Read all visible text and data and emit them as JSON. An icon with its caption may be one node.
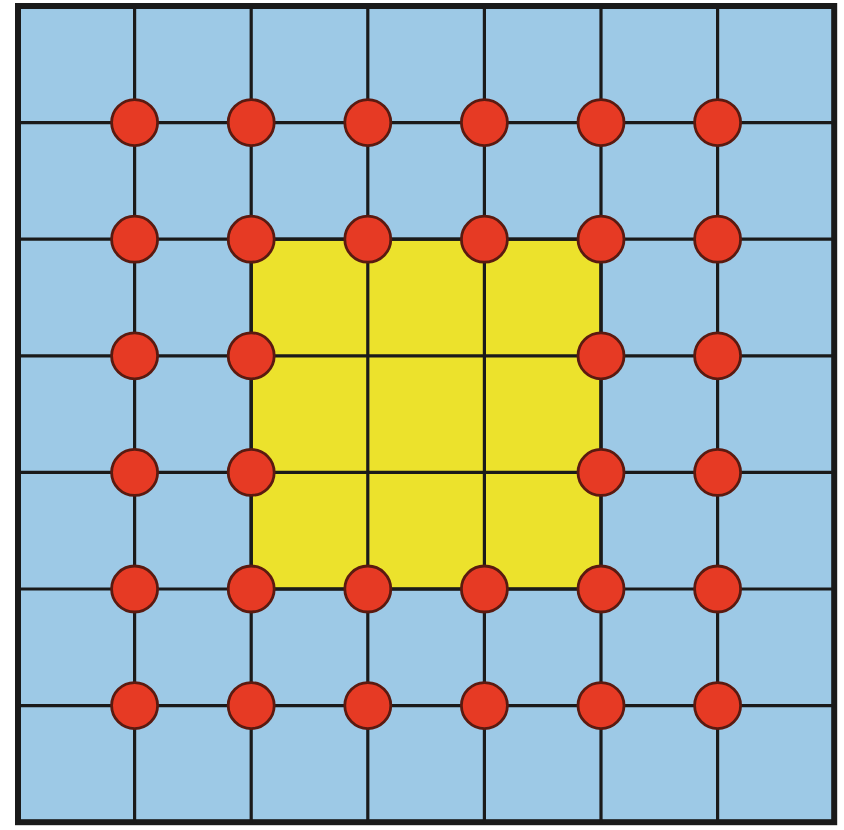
{
  "diagram": {
    "nodes": [
      {
        "text": [],
        "shape": "box"
      },
      {
        "text": [],
        "shape": "circle"
      },
      {
        "text": [],
        "shape": "circle"
      },
      {
        "text": [],
        "shape": "circle"
      },
      {
        "text": [],
        "shape": "circle"
      },
      {
        "text": [],
        "shape": "circle"
      },
      {
        "text": [],
        "shape": "circle"
      },
      {
        "text": [],
        "shape": "circle"
      },
      {
        "text": [],
        "shape": "circle"
      },
      {
        "text": [],
        "shape": "circle"
      },
      {
        "text": [],
        "shape": "circle"
      },
      {
        "text": [],
        "shape": "circle"
      },
      {
        "text": [],
        "shape": "circle"
      },
      {
        "text": [],
        "shape": "circle"
      },
      {
        "text": [],
        "shape": "circle"
      },
      {
        "text": [],
        "shape": "circle"
      },
      {
        "text": [],
        "shape": "circle"
      },
      {
        "text": [],
        "shape": "circle"
      },
      {
        "text": [],
        "shape": "circle"
      },
      {
        "text": [],
        "shape": "circle"
      },
      {
        "text": [],
        "shape": "circle"
      },
      {
        "text": [],
        "shape": "circle"
      },
      {
        "text": [],
        "shape": "circle"
      },
      {
        "text": [],
        "shape": "circle"
      },
      {
        "text": [],
        "shape": "circle"
      },
      {
        "text": [],
        "shape": "circle"
      },
      {
        "text": [],
        "shape": "circle"
      },
      {
        "text": [],
        "shape": "circle"
      },
      {
        "text": [],
        "shape": "circle"
      },
      {
        "text": [],
        "shape": "circle"
      },
      {
        "text": [],
        "shape": "circle"
      },
      {
        "text": [],
        "shape": "circle"
      },
      {
        "text": [],
        "shape": "circle"
      }
    ]
  }
}
